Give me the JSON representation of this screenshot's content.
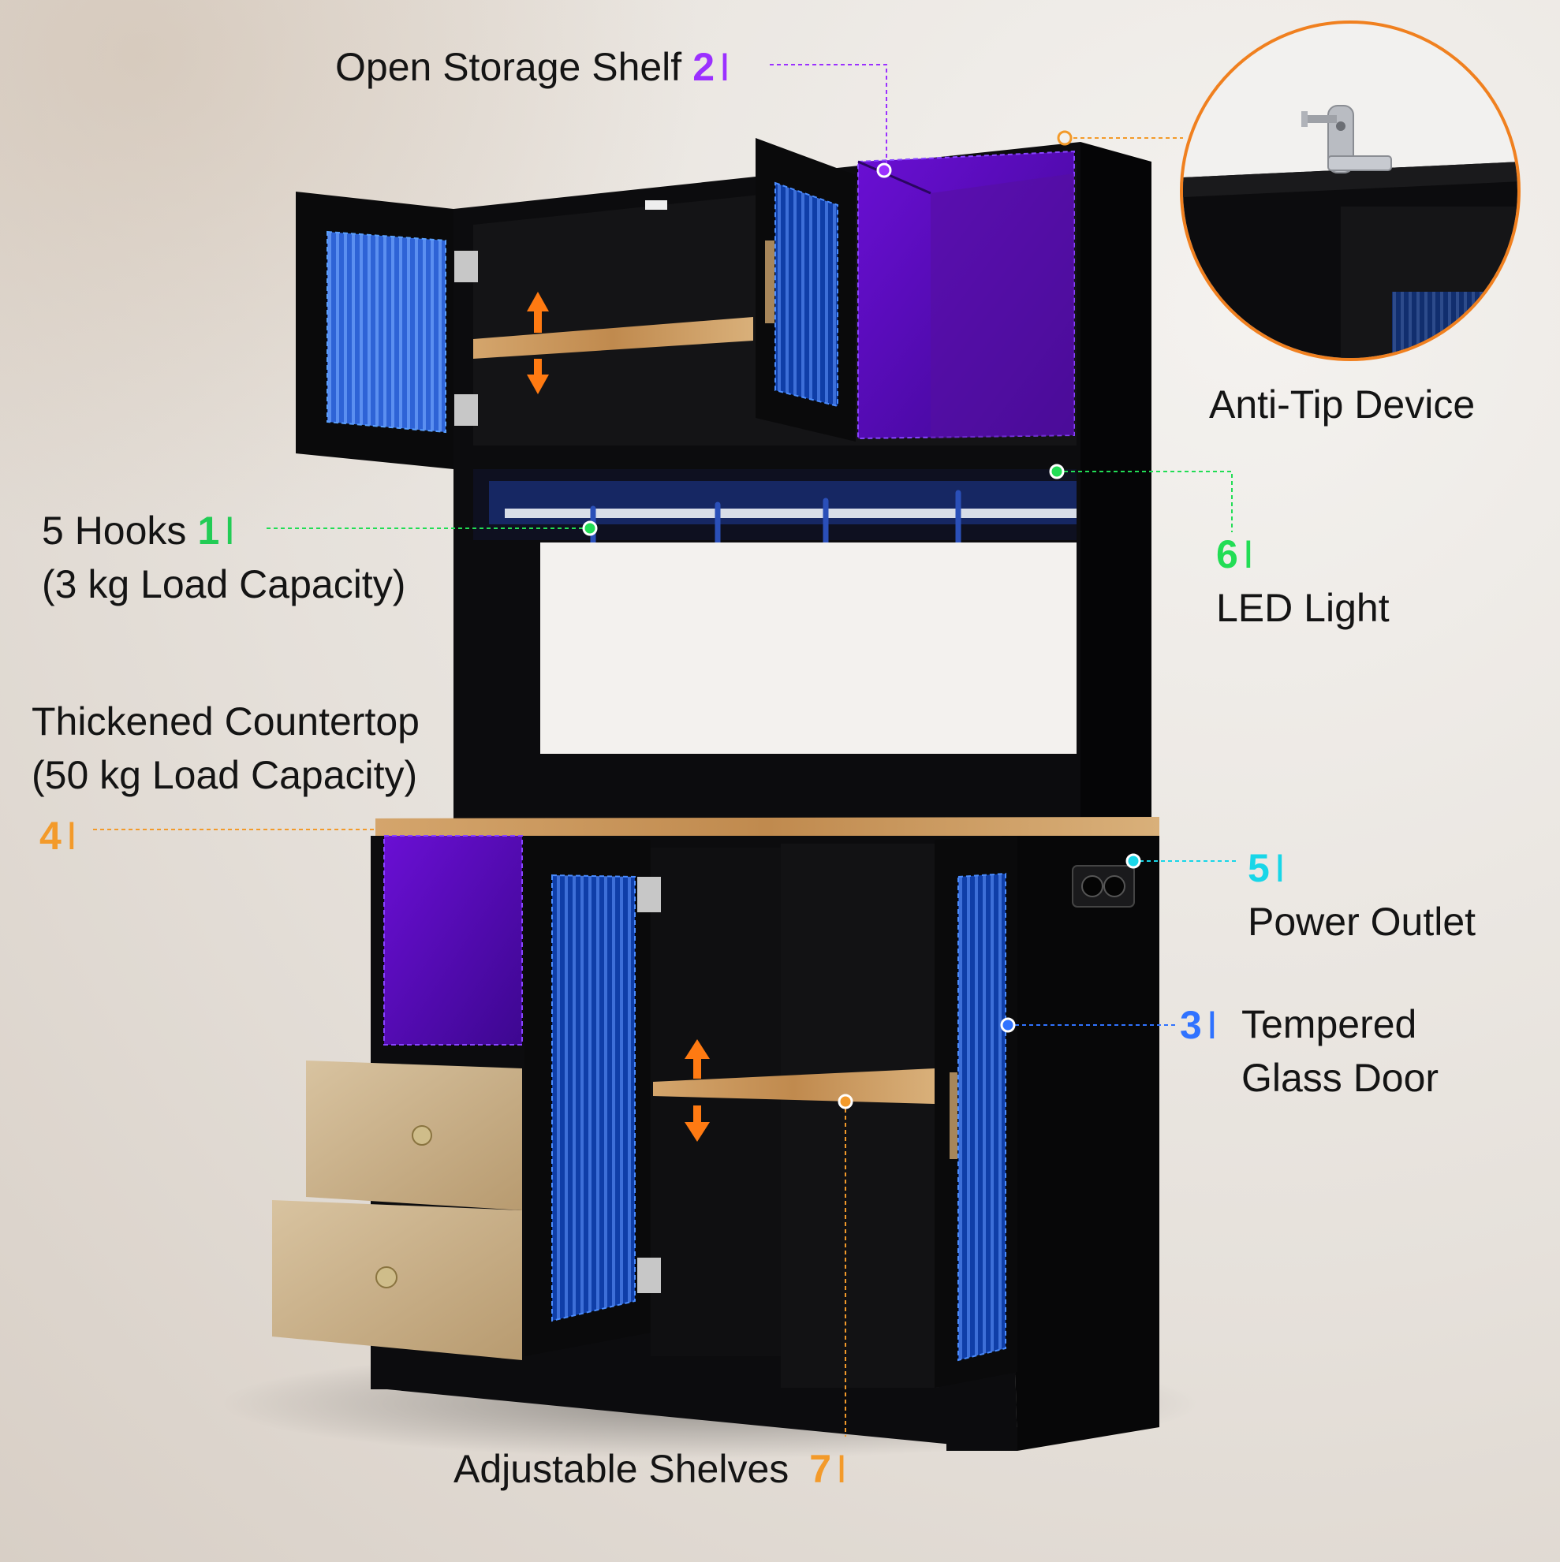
{
  "colors": {
    "purple": "#9b30ff",
    "green": "#22dd55",
    "orange": "#f39a2a",
    "cyan": "#18d6e8",
    "blue": "#2f72ff",
    "cabinet": "#0c0c0e",
    "wood": "#c6955a"
  },
  "callouts": {
    "open_storage_shelf": {
      "text": "Open Storage Shelf",
      "num": "2",
      "bar": "I"
    },
    "anti_tip": {
      "text": "Anti-Tip Device"
    },
    "hooks": {
      "line1": "5 Hooks",
      "num": "1",
      "bar": "I",
      "line2": "(3 kg Load Capacity)"
    },
    "led_light": {
      "num": "6",
      "bar": "I",
      "text": "LED Light"
    },
    "countertop": {
      "line1": "Thickened Countertop",
      "line2": "(50 kg Load Capacity)",
      "num": "4",
      "bar": "I"
    },
    "power_outlet": {
      "num": "5",
      "bar": "I",
      "text": "Power Outlet"
    },
    "glass_door": {
      "num": "3",
      "bar": "I",
      "line1": "Tempered",
      "line2": "Glass Door"
    },
    "adjustable_shelves": {
      "text": "Adjustable Shelves",
      "num": "7",
      "bar": "I"
    }
  },
  "icons": [
    "anti-tip-bracket-icon",
    "screw-icon",
    "hook-icon",
    "power-socket-icon",
    "up-down-arrow-icon"
  ]
}
